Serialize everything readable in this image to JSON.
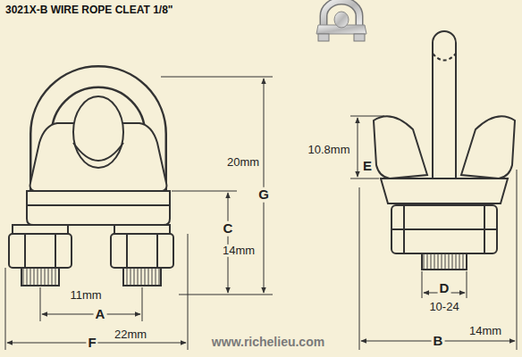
{
  "diagram": {
    "title": "3021X-B WIRE ROPE CLEAT 1/8\"",
    "labels": [
      "10.8mm",
      "E",
      "20mm",
      "G",
      "C",
      "14mm",
      "11mm",
      "A",
      "F",
      "22mm",
      "D",
      "10-24",
      "B",
      "14mm",
      "www.richelieu.com"
    ]
  }
}
